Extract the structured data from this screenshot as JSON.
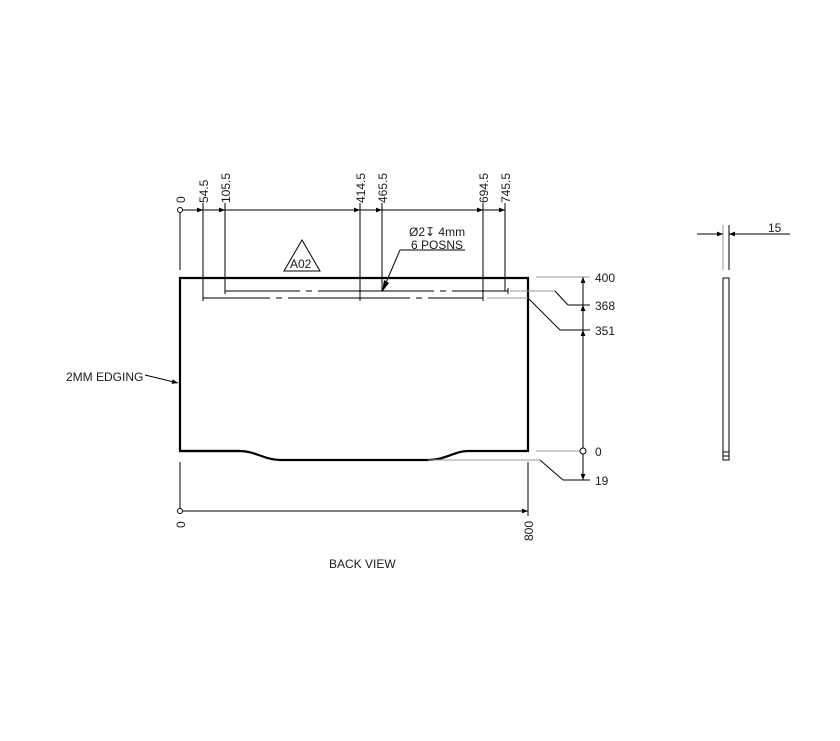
{
  "drawing": {
    "view_title": "BACK VIEW",
    "edging_note": "2MM EDGING",
    "revision_tag": "A02",
    "hole_note_line1": "Ø2↧ 4mm",
    "hole_note_line2": "6 POSNS",
    "top_dimensions": [
      "0",
      "54.5",
      "105.5",
      "414.5",
      "465.5",
      "694.5",
      "745.5"
    ],
    "right_dimensions": [
      "400",
      "368",
      "351",
      "0",
      "19"
    ],
    "bottom_dimensions": [
      "0",
      "800"
    ],
    "side_view_thickness": "15"
  },
  "colors": {
    "line": "#000000",
    "leader_gray": "#999999",
    "text": "#1a1a1a",
    "background": "#ffffff"
  }
}
